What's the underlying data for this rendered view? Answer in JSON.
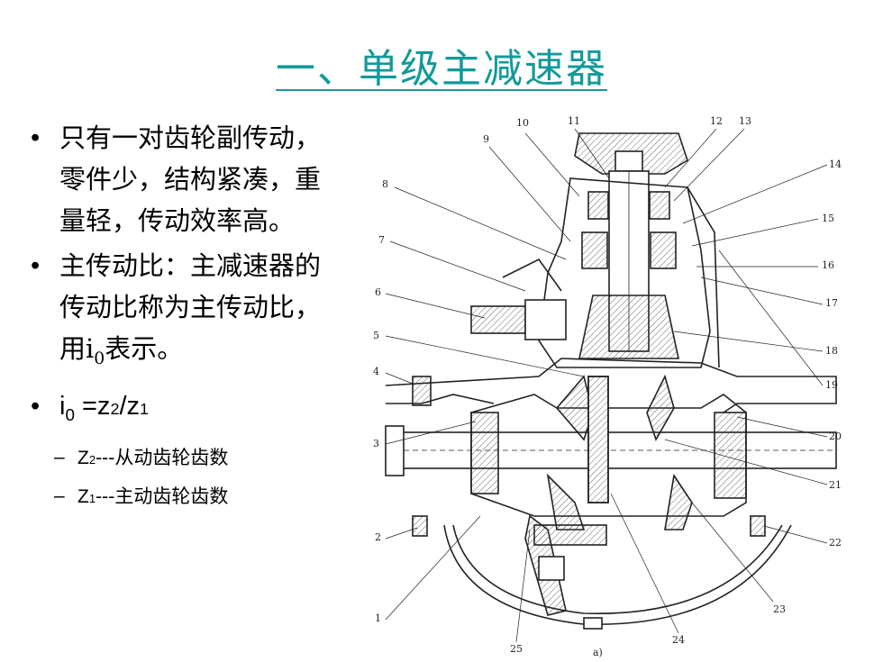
{
  "title": "一、单级主减速器",
  "bullets": [
    {
      "lines": [
        "只有一对齿轮副传动，",
        "零件少，结构紧凑，重",
        "量轻，传动效率高。"
      ]
    },
    {
      "lines": [
        "主传动比：主减速器的",
        "传动比称为主传动比，"
      ],
      "line3_pre": "用i",
      "line3_sub": "0",
      "line3_post": "表示。"
    },
    {
      "formula_i": "i",
      "formula_sub0": "0",
      "formula_eq": " =z",
      "formula_z2": "2",
      "formula_slash": "/z",
      "formula_z1": "1"
    }
  ],
  "sub_items": [
    {
      "dash": "–",
      "pre": "Z",
      "idx": "2",
      "post": "---从动齿轮齿数"
    },
    {
      "dash": "–",
      "pre": "Z",
      "idx": "1",
      "post": "---主动齿轮齿数"
    }
  ],
  "figure": {
    "caption": "a)",
    "labels": [
      "10",
      "11",
      "12",
      "13",
      "9",
      "14",
      "8",
      "15",
      "7",
      "16",
      "6",
      "17",
      "5",
      "18",
      "4",
      "19",
      "3",
      "20",
      "21",
      "2",
      "22",
      "1",
      "23",
      "24",
      "25"
    ]
  }
}
